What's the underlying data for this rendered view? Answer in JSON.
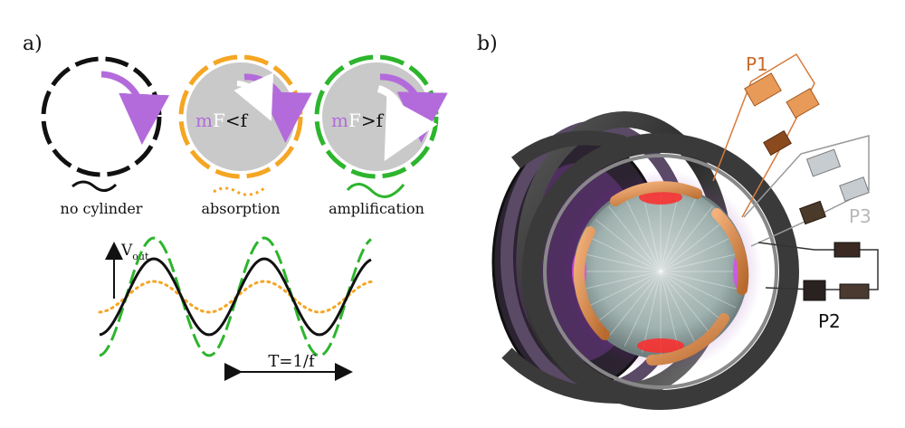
{
  "panel_a": {
    "label": "a)",
    "circles": [
      {
        "caption": "no cylinder",
        "formula_prefix": "",
        "formula_mid": "",
        "formula_op": ""
      },
      {
        "caption": "absorption",
        "formula_prefix": "m",
        "formula_mid": "F",
        "formula_op": "<f"
      },
      {
        "caption": "amplification",
        "formula_prefix": "m",
        "formula_mid": "F",
        "formula_op": ">f"
      }
    ],
    "plot": {
      "y_label": "V",
      "y_label_sub": "out",
      "period_label": "T=1/f"
    }
  },
  "panel_b": {
    "label": "b)",
    "probes": [
      "P1",
      "P3",
      "P2"
    ]
  },
  "colors": {
    "black": "#111111",
    "orange": "#f5a623",
    "green": "#2db52d",
    "purple": "#b36bdb",
    "gray_disk": "#c9c9c9",
    "copper": "#e08a45",
    "p1": "#c96a2a",
    "p3": "#b8b8b8",
    "p2": "#111111"
  }
}
